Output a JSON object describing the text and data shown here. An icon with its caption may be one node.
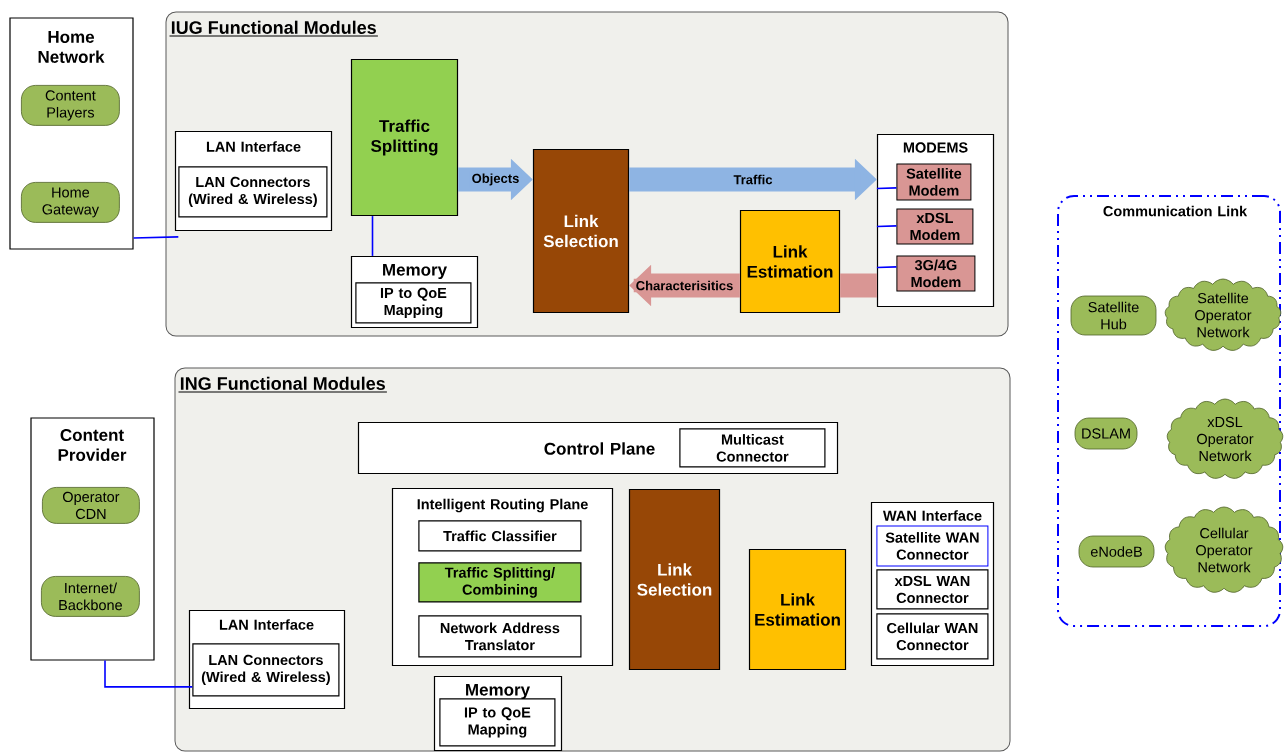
{
  "diagram": {
    "nodes": [
      {
        "text": [
          "Home Network"
        ]
      },
      {
        "text": [
          "Content Players"
        ],
        "in": 0
      },
      {
        "text": [
          "Home Gateway"
        ],
        "in": 0
      },
      {
        "text": [
          "IUG Functional Modules"
        ]
      },
      {
        "text": [
          "LAN Interface"
        ],
        "in": 3
      },
      {
        "text": [
          "LAN Connectors (Wired & Wireless)"
        ],
        "in": 4
      },
      {
        "text": [
          "Traffic Splitting"
        ],
        "in": 3
      },
      {
        "text": [
          "Memory"
        ],
        "in": 3
      },
      {
        "text": [
          "IP to QoE Mapping"
        ],
        "in": 7
      },
      {
        "text": [
          "Link Selection"
        ],
        "in": 3
      },
      {
        "text": [
          "Link Estimation"
        ],
        "in": 3
      },
      {
        "text": [
          "MODEMS"
        ],
        "in": 3
      },
      {
        "text": [
          "Satellite Modem"
        ],
        "in": 11
      },
      {
        "text": [
          "xDSL Modem"
        ],
        "in": 11
      },
      {
        "text": [
          "3G/4G Modem"
        ],
        "in": 11
      },
      {
        "text": [
          "Content Provider"
        ]
      },
      {
        "text": [
          "Operator CDN"
        ],
        "in": 15
      },
      {
        "text": [
          "Internet/ Backbone"
        ],
        "in": 15
      },
      {
        "text": [
          "ING Functional Modules"
        ]
      },
      {
        "text": [
          "Control Plane"
        ],
        "in": 18
      },
      {
        "text": [
          "Multicast Connector"
        ],
        "in": 19
      },
      {
        "text": [
          "Intelligent Routing Plane"
        ],
        "in": 18
      },
      {
        "text": [
          "Traffic Classifier"
        ],
        "in": 21
      },
      {
        "text": [
          "Traffic Splitting/ Combining"
        ],
        "in": 21
      },
      {
        "text": [
          "Network Address Translator"
        ],
        "in": 21
      },
      {
        "text": [
          "Memory"
        ],
        "in": 18
      },
      {
        "text": [
          "IP to QoE Mapping"
        ],
        "in": 25
      },
      {
        "text": [
          "LAN Interface"
        ],
        "in": 18
      },
      {
        "text": [
          "LAN Connectors (Wired & Wireless)"
        ],
        "in": 27
      },
      {
        "text": [
          "Link Selection"
        ],
        "in": 18
      },
      {
        "text": [
          "Link Estimation"
        ],
        "in": 18
      },
      {
        "text": [
          "WAN Interface"
        ],
        "in": 18
      },
      {
        "text": [
          "Satellite WAN Connector"
        ],
        "in": 31
      },
      {
        "text": [
          "xDSL WAN Connector"
        ],
        "in": 31
      },
      {
        "text": [
          "Cellular WAN Connector"
        ],
        "in": 31
      },
      {
        "text": [
          "Communication Link"
        ]
      },
      {
        "text": [
          "Satellite Hub"
        ],
        "in": 35
      },
      {
        "text": [
          "Satellite Operator Network"
        ],
        "in": 35
      },
      {
        "text": [
          "DSLAM"
        ],
        "in": 35
      },
      {
        "text": [
          "xDSL Operator Network"
        ],
        "in": 35
      },
      {
        "text": [
          "eNodeB"
        ],
        "in": 35
      },
      {
        "text": [
          "Cellular Operator Network"
        ],
        "in": 35
      }
    ],
    "edges": [
      {
        "from": 0,
        "to": 5,
        "arrow": "none"
      },
      {
        "from": 6,
        "to": 7,
        "arrow": "none"
      },
      {
        "from": 6,
        "to": 9,
        "arrow": "to",
        "label": "Objects",
        "style": "thick",
        "color": "#8eb4e3"
      },
      {
        "from": 9,
        "to": 11,
        "arrow": "to",
        "label": "Traffic",
        "style": "thick",
        "color": "#8eb4e3"
      },
      {
        "from": 11,
        "to": 10,
        "arrow": "none",
        "style": "thick",
        "color": "#d99694"
      },
      {
        "from": 10,
        "to": 9,
        "arrow": "to",
        "label": "Characterisitics",
        "style": "thick",
        "color": "#d99694"
      },
      {
        "from": 11,
        "to": 12,
        "arrow": "none"
      },
      {
        "from": 11,
        "to": 13,
        "arrow": "none"
      },
      {
        "from": 11,
        "to": 14,
        "arrow": "none"
      },
      {
        "from": 15,
        "to": 28,
        "arrow": "none"
      }
    ]
  }
}
